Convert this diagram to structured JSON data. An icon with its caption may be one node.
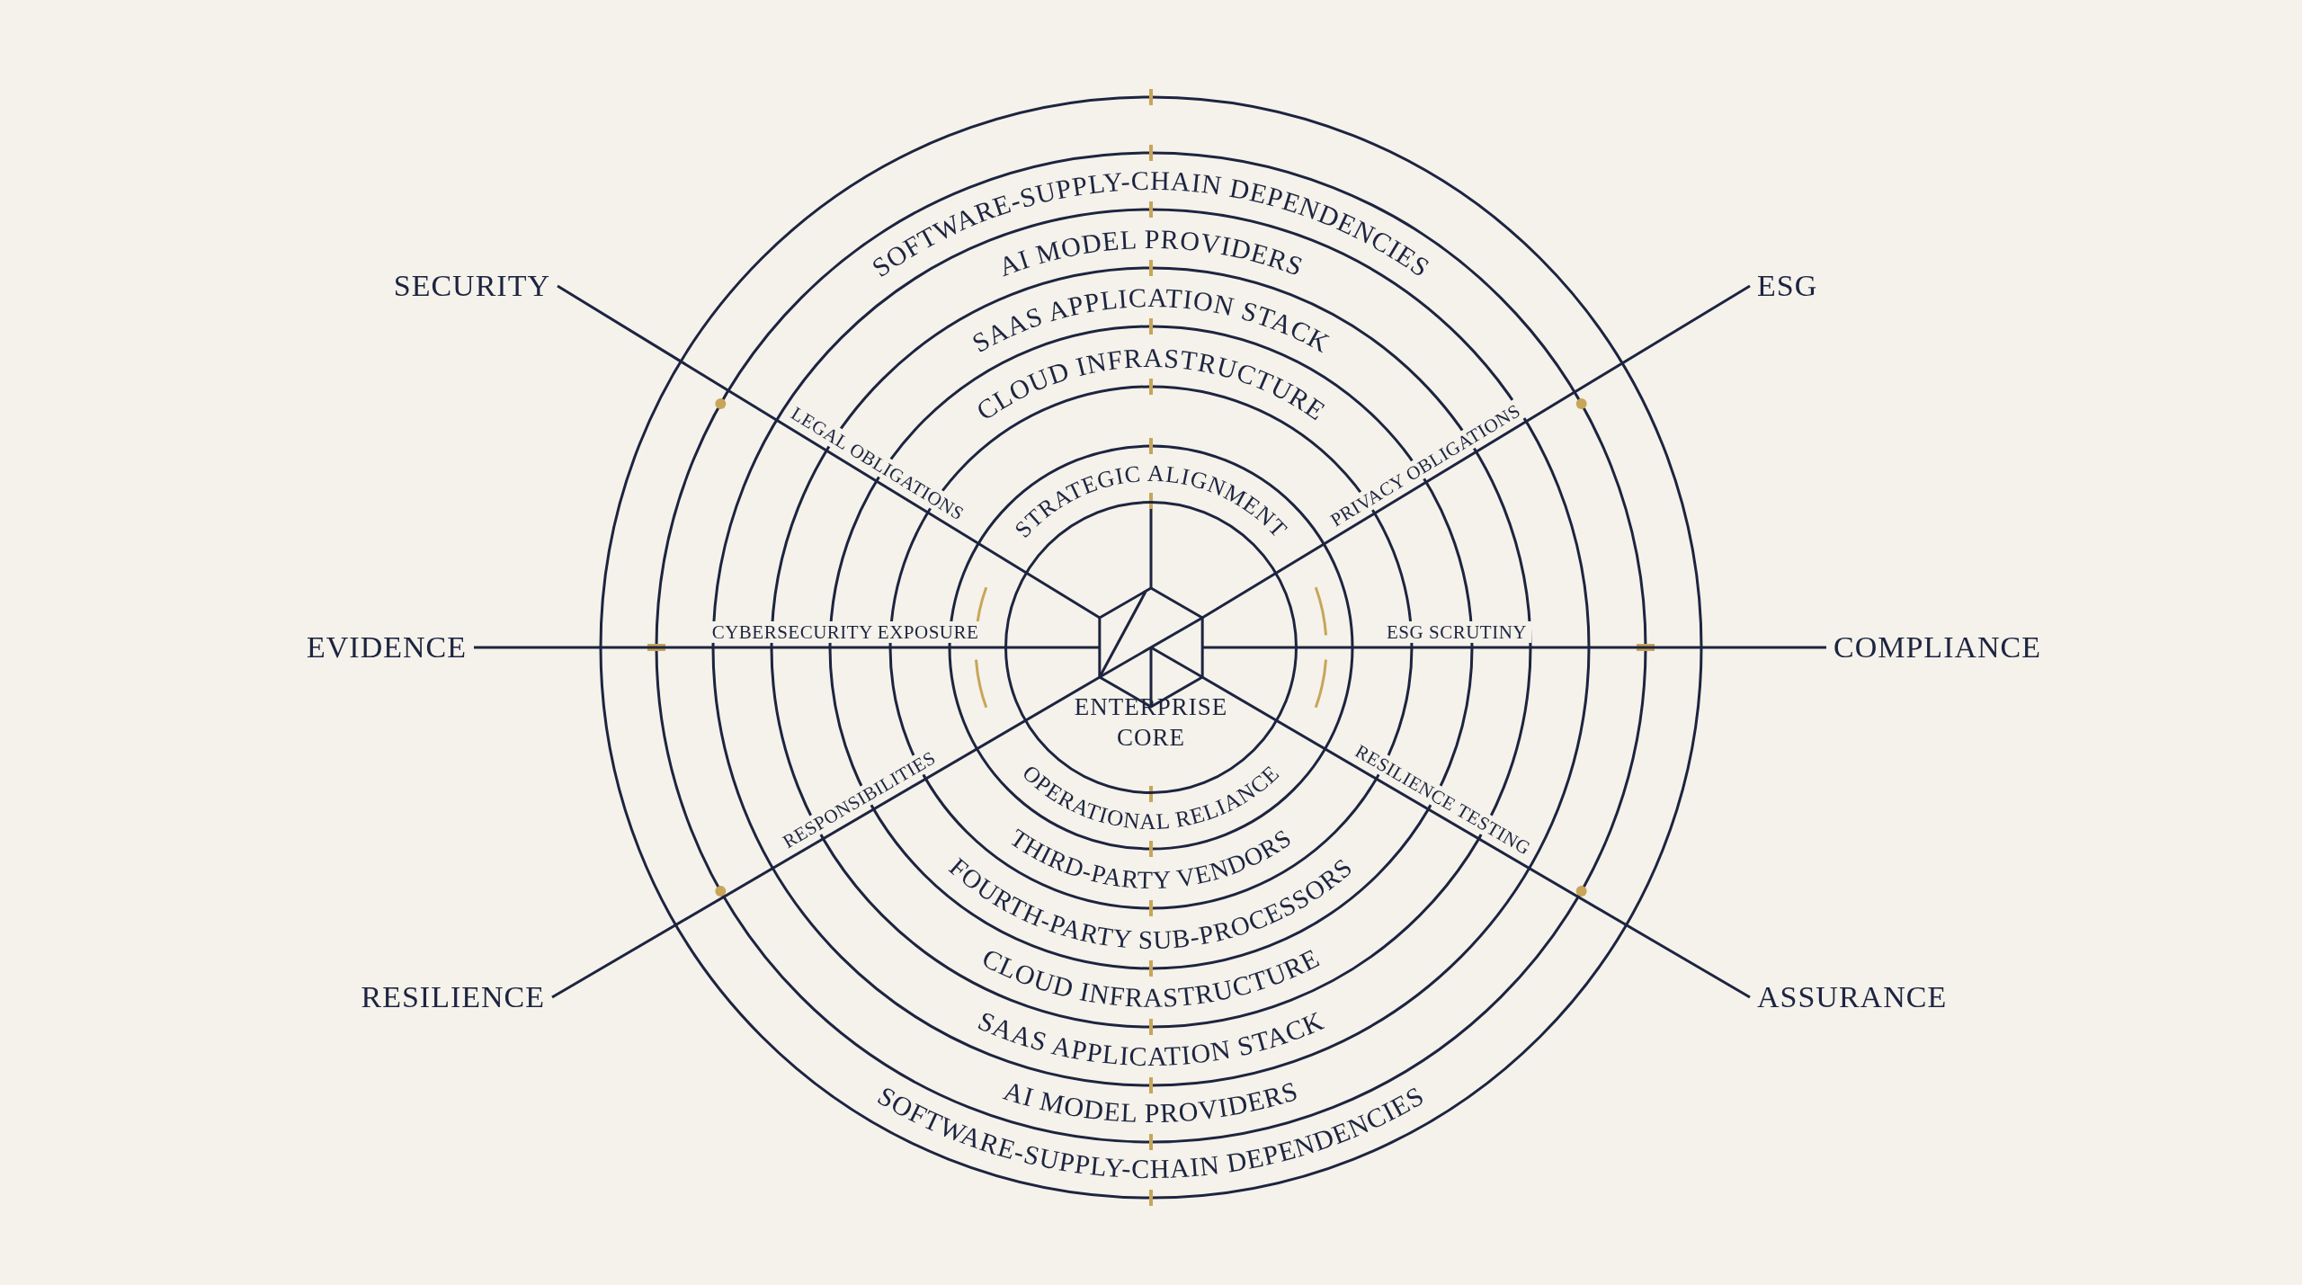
{
  "diagram": {
    "nodes": [
      {
        "text": [
          "ENTERPRISE CORE"
        ]
      },
      {
        "text": [],
        "shape": "hexagon",
        "in": 0
      },
      {
        "text": [
          "SECURITY"
        ]
      },
      {
        "text": [
          "ESG"
        ]
      },
      {
        "text": [
          "EVIDENCE"
        ]
      },
      {
        "text": [
          "COMPLIANCE"
        ]
      },
      {
        "text": [
          "RESILIENCE"
        ]
      },
      {
        "text": [
          "ASSURANCE"
        ]
      }
    ],
    "edges": [
      {
        "from": 1,
        "to": 2,
        "arrow": "none",
        "label": "LEGAL OBLIGATIONS"
      },
      {
        "from": 1,
        "to": 3,
        "arrow": "none",
        "label": "PRIVACY OBLIGATIONS"
      },
      {
        "from": 1,
        "to": 4,
        "arrow": "none",
        "label": "CYBERSECURITY EXPOSURE"
      },
      {
        "from": 1,
        "to": 5,
        "arrow": "none",
        "label": "ESG SCRUTINY"
      },
      {
        "from": 1,
        "to": 6,
        "arrow": "none",
        "label": "RESPONSIBILITIES"
      },
      {
        "from": 1,
        "to": 7,
        "arrow": "none",
        "label": "RESILIENCE TESTING"
      }
    ],
    "labels": [
      "SOFTWARE-SUPPLY-CHAIN DEPENDENCIES",
      "AI MODEL PROVIDERS",
      "SAAS APPLICATION STACK",
      "CLOUD INFRASTRUCTURE",
      "STRATEGIC ALIGNMENT",
      "OPERATIONAL RELIANCE",
      "THIRD-PARTY VENDORS",
      "FOURTH-PARTY SUB-PROCESSORS",
      "CLOUD INFRASTRUCTURE",
      "SAAS APPLICATION STACK",
      "AI MODEL PROVIDERS",
      "SOFTWARE-SUPPLY-CHAIN DEPENDENCIES"
    ]
  }
}
